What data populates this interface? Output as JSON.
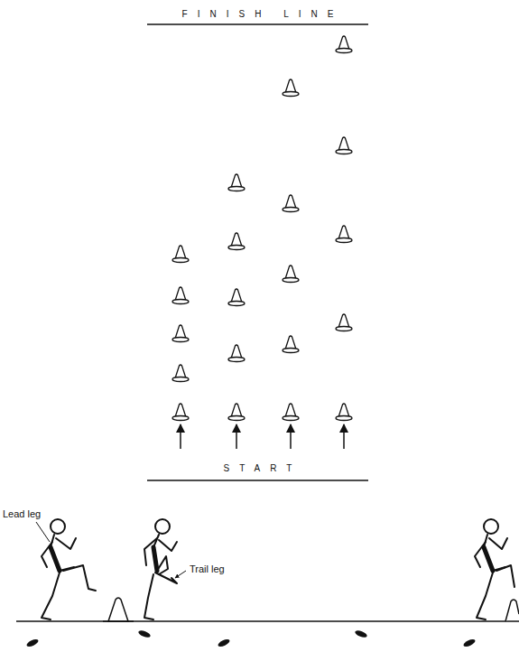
{
  "diagram": {
    "labels": [
      "FINISH LINE",
      "START",
      "Lead leg",
      "Trail leg"
    ]
  }
}
